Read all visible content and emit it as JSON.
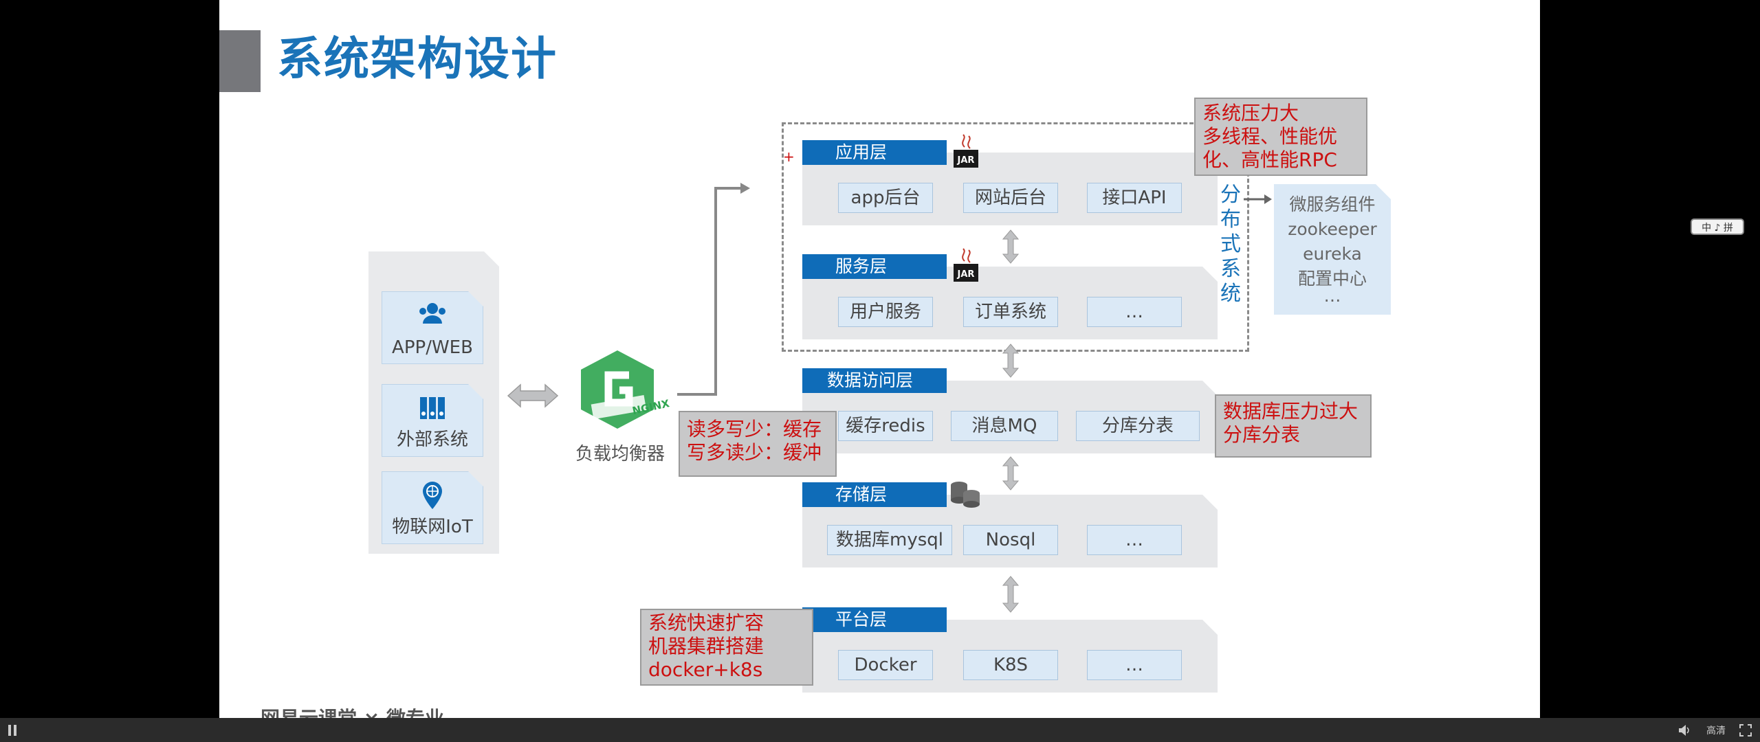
{
  "slide": {
    "title": "系统架构设计",
    "clients": [
      {
        "label": "APP/WEB",
        "icon": "users-icon"
      },
      {
        "label": "外部系统",
        "icon": "books-icon"
      },
      {
        "label": "物联网IoT",
        "icon": "globe-pin-icon"
      }
    ],
    "load_balancer": {
      "label": "负载均衡器",
      "logo_text": "NGINX"
    },
    "layers": [
      {
        "label": "应用层",
        "items": [
          "app后台",
          "网站后台",
          "接口API"
        ],
        "icon": "jar-icon"
      },
      {
        "label": "服务层",
        "items": [
          "用户服务",
          "订单系统",
          "…"
        ],
        "icon": "jar-icon"
      },
      {
        "label": "数据访问层",
        "items": [
          "缓存redis",
          "消息MQ",
          "分库分表"
        ]
      },
      {
        "label": "存储层",
        "items": [
          "数据库mysql",
          "Nosql",
          "…"
        ],
        "icon": "database-icon"
      },
      {
        "label": "平台层",
        "items": [
          "Docker",
          "K8S",
          "…"
        ]
      }
    ],
    "jar_text": "JAR",
    "distributed_label": "分布式系统",
    "microservice_box": [
      "微服务组件",
      "zookeeper",
      "eureka",
      "配置中心",
      "…"
    ],
    "notes": {
      "pressure": [
        "系统压力大",
        "多线程、性能优",
        "化、高性能RPC"
      ],
      "cache": [
        "读多写少：缓存",
        "写多读少：缓冲"
      ],
      "database": [
        "数据库压力过大",
        "分库分表"
      ],
      "scaling": [
        "系统快速扩容",
        "机器集群搭建",
        "docker+k8s"
      ]
    },
    "footer_brand": "网易云课堂 × 微专业"
  },
  "player": {
    "quality_label": "高清",
    "ime_label": "中 ♪ 拼"
  },
  "colors": {
    "accent_blue": "#0f6cb8",
    "title_blue": "#1a73b8",
    "note_red": "#cc1010",
    "panel_gray": "#e9eaec"
  }
}
